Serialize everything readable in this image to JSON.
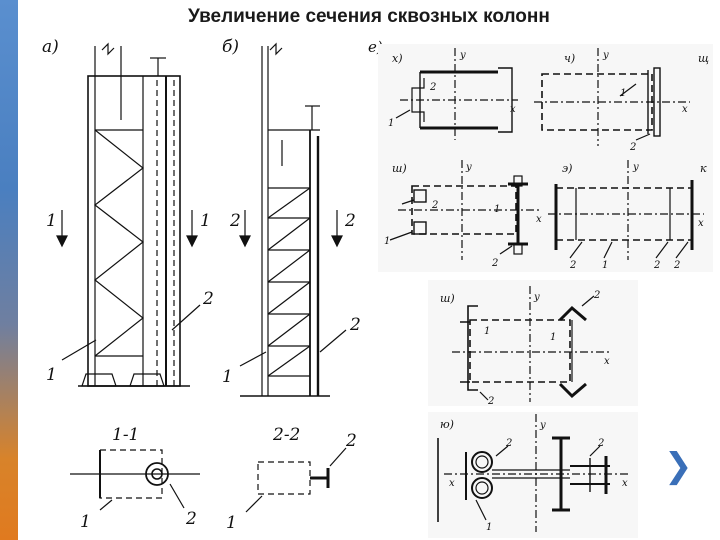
{
  "title": "Увеличение сечения сквозных колонн",
  "panels": {
    "a": "а)",
    "b": "б)",
    "c": "е)",
    "x": "х)",
    "ch": "ч)",
    "sh": "ш)",
    "e": "э)",
    "sh2": "ш)",
    "yu": "ю)",
    "w": "щ",
    "k": "к"
  },
  "labels": {
    "one": "1",
    "two": "2",
    "sec11": "1-1",
    "sec22": "2-2",
    "axis_x": "x",
    "axis_y": "y"
  },
  "icons": {
    "next": "chevron-right-icon"
  },
  "colors": {
    "accent_blue": "#4a7fc0",
    "accent_orange": "#e07a1f",
    "chevron": "#3a6fb8"
  }
}
